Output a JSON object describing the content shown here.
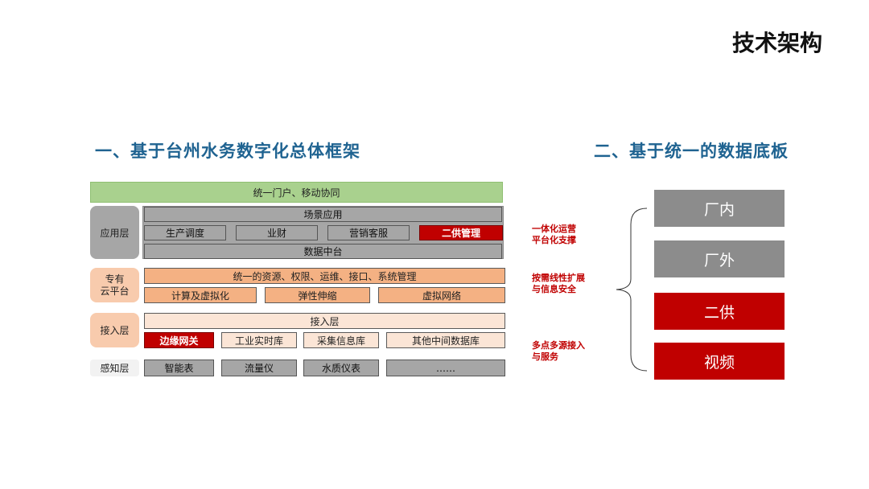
{
  "title": "技术架构",
  "left": {
    "heading": "一、基于台州水务数字化总体框架",
    "top_bar": "统一门户、移动协同",
    "app_layer": {
      "label": "应用层",
      "scene": "场景应用",
      "modules": [
        "生产调度",
        "业财",
        "营销客服",
        "二供管理"
      ],
      "data_center": "数据中台"
    },
    "cloud_layer": {
      "label": "专有\n云平台",
      "unified": "统一的资源、权限、运维、接口、系统管理",
      "modules": [
        "计算及虚拟化",
        "弹性伸缩",
        "虚拟网络"
      ]
    },
    "access_layer": {
      "label": "接入层",
      "header": "接入层",
      "modules": [
        "边缘网关",
        "工业实时库",
        "采集信息库",
        "其他中间数据库"
      ]
    },
    "sense_layer": {
      "label": "感知层",
      "modules": [
        "智能表",
        "流量仪",
        "水质仪表",
        "……"
      ]
    },
    "notes": [
      "一体化运营\n平台化支撑",
      "按需线性扩展\n与信息安全",
      "多点多源接入\n与服务"
    ]
  },
  "right": {
    "heading": "二、基于统一的数据底板",
    "items": [
      "厂内",
      "厂外",
      "二供",
      "视频"
    ]
  },
  "colors": {
    "heading_blue": "#1f6391",
    "accent_red": "#c00000",
    "green_bar": "#a9d18e",
    "orange": "#f4b183",
    "grey": "#a6a6a6"
  }
}
